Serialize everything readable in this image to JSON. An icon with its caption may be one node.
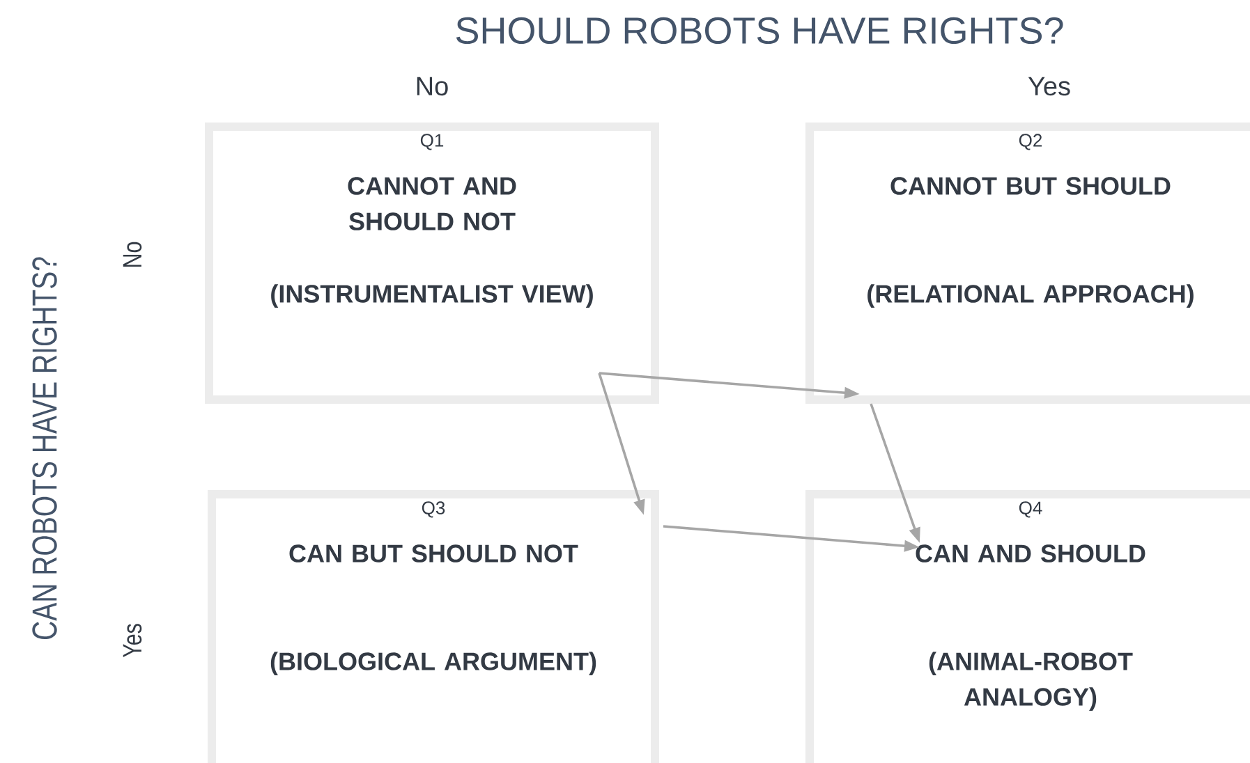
{
  "diagram": {
    "title": "SHOULD ROBOTS HAVE RIGHTS?",
    "nodes": [
      {
        "text": [
          "Q1",
          "CANNOT AND SHOULD NOT",
          "(INSTRUMENTALIST VIEW)"
        ]
      },
      {
        "text": [
          "Q2",
          "CANNOT BUT SHOULD",
          "(RELATIONAL APPROACH)"
        ]
      },
      {
        "text": [
          "Q3",
          "CAN BUT SHOULD NOT",
          "(BIOLOGICAL ARGUMENT)"
        ]
      },
      {
        "text": [
          "Q4",
          "CAN AND SHOULD",
          "(ANIMAL-ROBOT ANALOGY)"
        ]
      }
    ],
    "edges": [
      {
        "from": 0,
        "to": 1,
        "arrow": "to"
      },
      {
        "from": 0,
        "to": 2,
        "arrow": "to"
      },
      {
        "from": 1,
        "to": 3,
        "arrow": "to"
      },
      {
        "from": 2,
        "to": 3,
        "arrow": "to"
      }
    ],
    "labels": [
      "No",
      "Yes",
      "CAN ROBOTS HAVE RIGHTS?",
      "No",
      "Yes"
    ]
  }
}
